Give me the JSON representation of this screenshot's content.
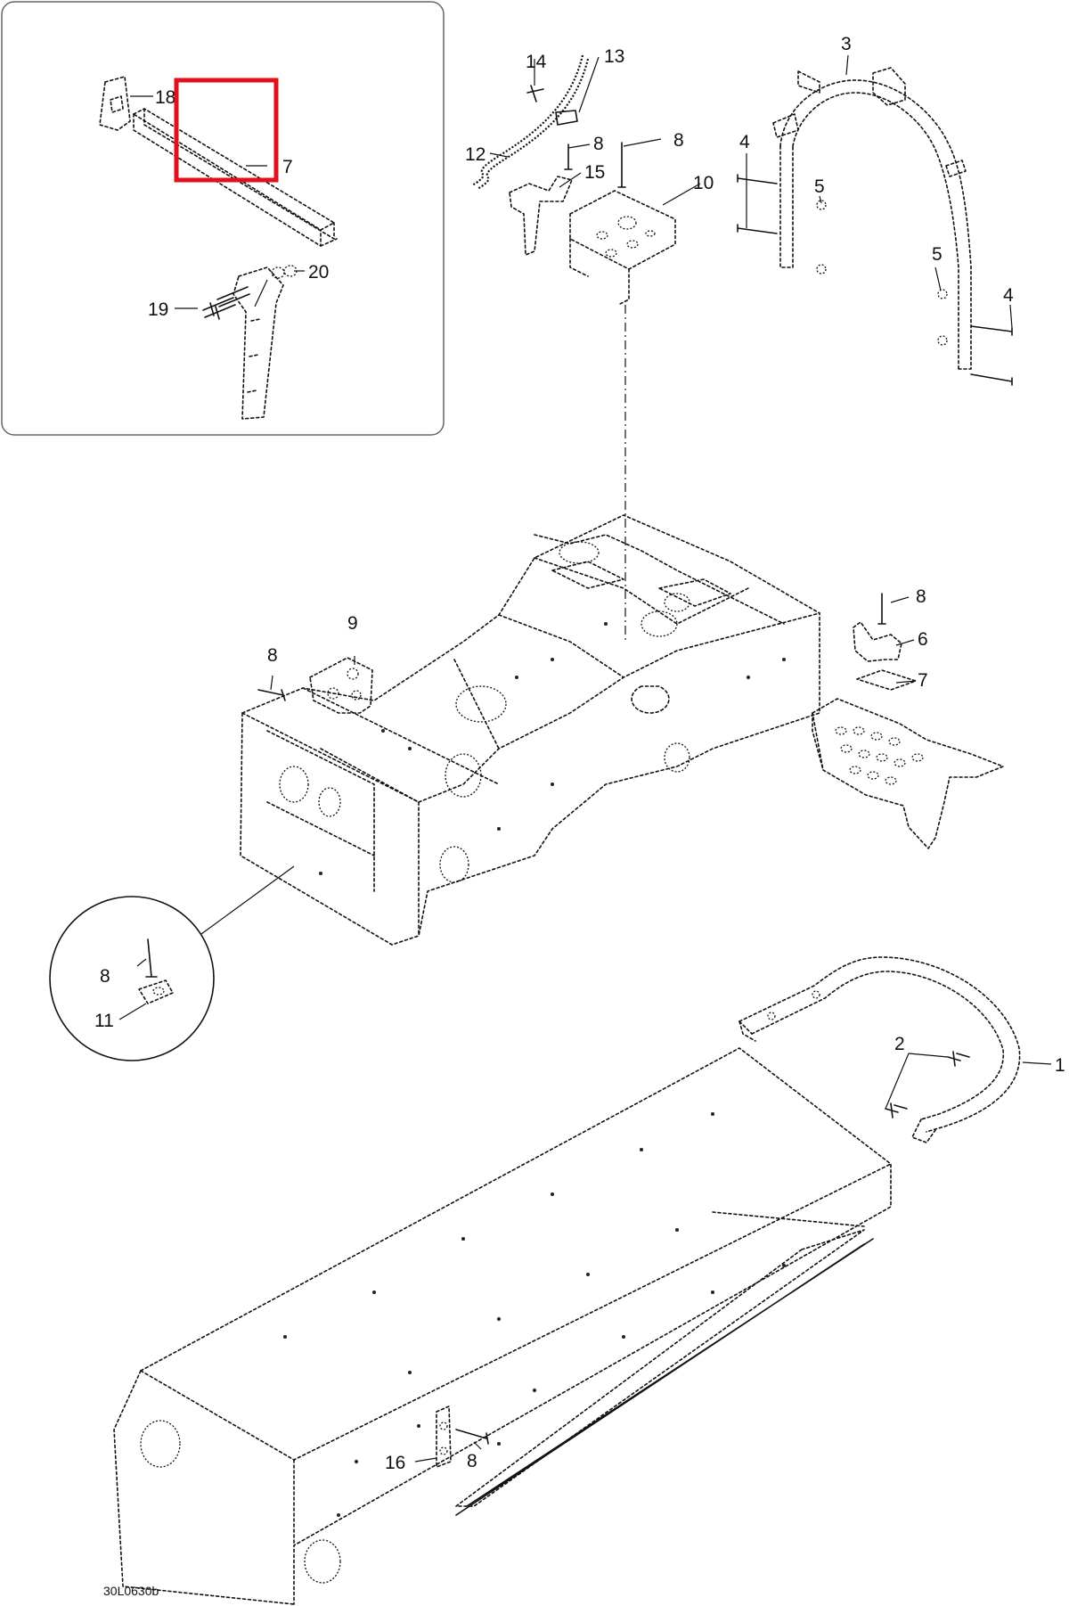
{
  "diagram_code": "30L0630b",
  "callouts": {
    "c1": "1",
    "c2": "2",
    "c3": "3",
    "c4a": "4",
    "c4b": "4",
    "c5a": "5",
    "c5b": "5",
    "c6": "6",
    "c7a": "7",
    "c7b": "7",
    "c8a": "8",
    "c8b": "8",
    "c8c": "8",
    "c8d": "8",
    "c8e": "8",
    "c8f": "8",
    "c9": "9",
    "c10": "10",
    "c11": "11",
    "c12": "12",
    "c13": "13",
    "c14": "14",
    "c15": "15",
    "c16": "16",
    "c18": "18",
    "c19": "19",
    "c20": "20"
  },
  "colors": {
    "line": "#111111",
    "highlight": "#e3101b",
    "frame": "#666666"
  }
}
